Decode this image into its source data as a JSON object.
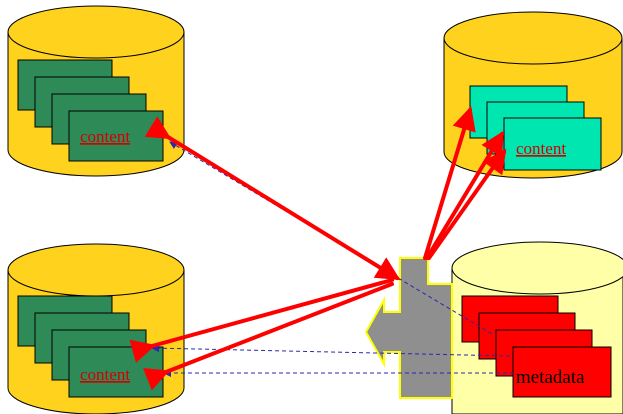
{
  "diagram": {
    "repositories": [
      {
        "id": "top-left",
        "doc_label": "content"
      },
      {
        "id": "bottom-left",
        "doc_label": "content"
      },
      {
        "id": "top-right",
        "doc_label": "content"
      },
      {
        "id": "bottom-right",
        "doc_label": "metadata"
      }
    ],
    "colors": {
      "cylinder_gold": "#ffd21e",
      "cylinder_pale": "#ffffa8",
      "doc_green": "#2e8b57",
      "doc_teal": "#00e6b0",
      "doc_red": "#ff0000",
      "hub_gray": "#8f8f8f",
      "hub_outline": "#ffff00",
      "arrow_red": "#ff0000",
      "link_blue": "#2a2aa8"
    }
  }
}
